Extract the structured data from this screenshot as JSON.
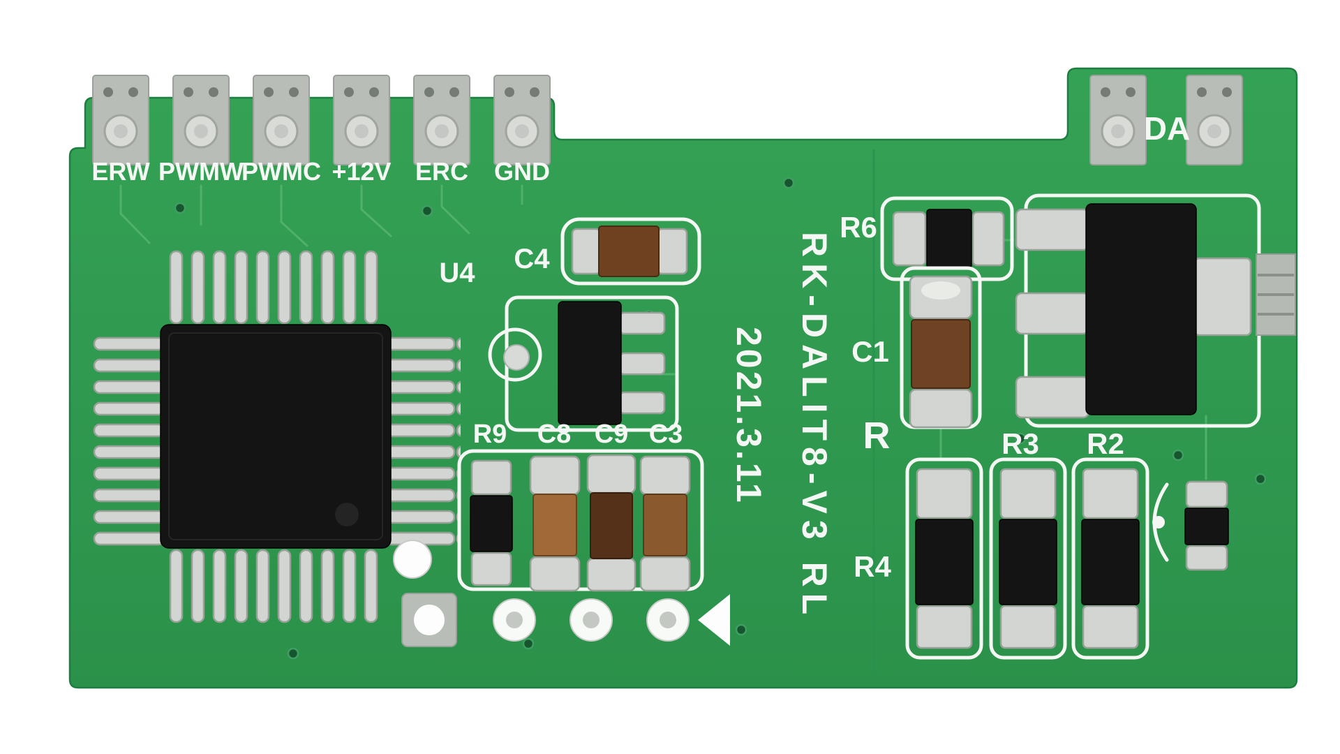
{
  "board": {
    "title": "RK-DALIT8-V3 RL",
    "date": "2021.3.11",
    "connectors_left": [
      "ERW",
      "PWMW",
      "PWMC",
      "+12V",
      "ERC",
      "GND"
    ],
    "connectors_right_label": "DA",
    "refdes": {
      "u4": "U4",
      "c4": "C4",
      "r9": "R9",
      "c8": "C8",
      "c9": "C9",
      "c3": "C3",
      "r6": "R6",
      "c1": "C1",
      "r_partial": "R",
      "r3": "R3",
      "r2": "R2",
      "r4": "R4"
    },
    "colors": {
      "board_green": "#2f9b50",
      "board_green_dark": "#27914d",
      "trace_green": "#55b46e",
      "silkscreen_white": "#f4f7f4",
      "pad_silver": "#d2d5d1",
      "ic_black": "#141414",
      "capacitor_brown": "#6e4223",
      "background": "#ffffff"
    }
  }
}
